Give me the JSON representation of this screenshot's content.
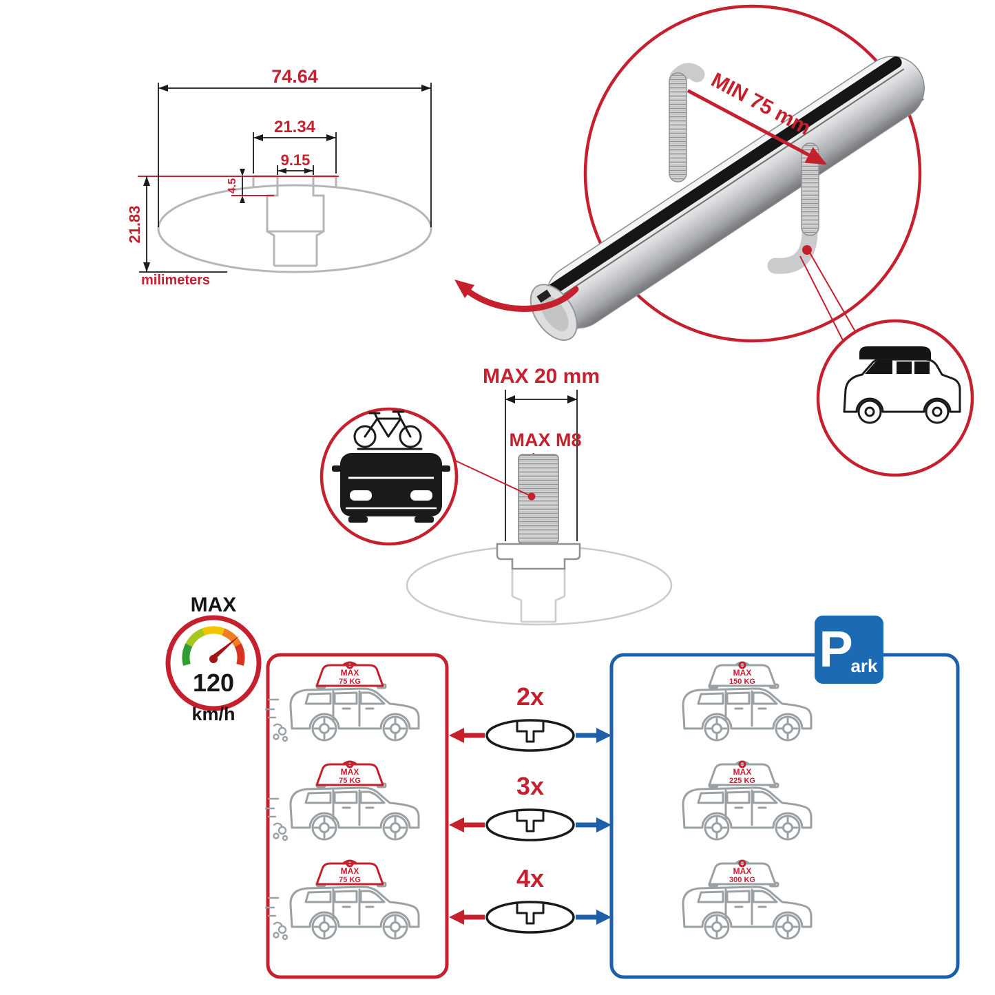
{
  "colors": {
    "accent_red": "#c4202e",
    "accent_blue": "#1d5fa8",
    "line_gray": "#9aa0a3"
  },
  "cross_section": {
    "total_width": "74.64",
    "channel_outer_width": "21.34",
    "channel_opening_width": "9.15",
    "lip_depth": "4.5",
    "total_height": "21.83",
    "units_label": "milimeters"
  },
  "bar_callout": {
    "min_clearance_label": "MIN 75 mm"
  },
  "bolt_callout": {
    "max_length_label": "MAX 20 mm",
    "max_thread_label": "MAX M8"
  },
  "speed_limit": {
    "heading": "MAX",
    "value": "120",
    "unit": "km/h"
  },
  "park_sign": {
    "initial": "P",
    "suffix": "ark"
  },
  "labels": {
    "max": "MAX"
  },
  "load_chart": {
    "rows": [
      {
        "bar_count": "2x",
        "driving_load": "75 KG",
        "parked_load": "150 KG"
      },
      {
        "bar_count": "3x",
        "driving_load": "75 KG",
        "parked_load": "225 KG"
      },
      {
        "bar_count": "4x",
        "driving_load": "75 KG",
        "parked_load": "300 KG"
      }
    ]
  }
}
